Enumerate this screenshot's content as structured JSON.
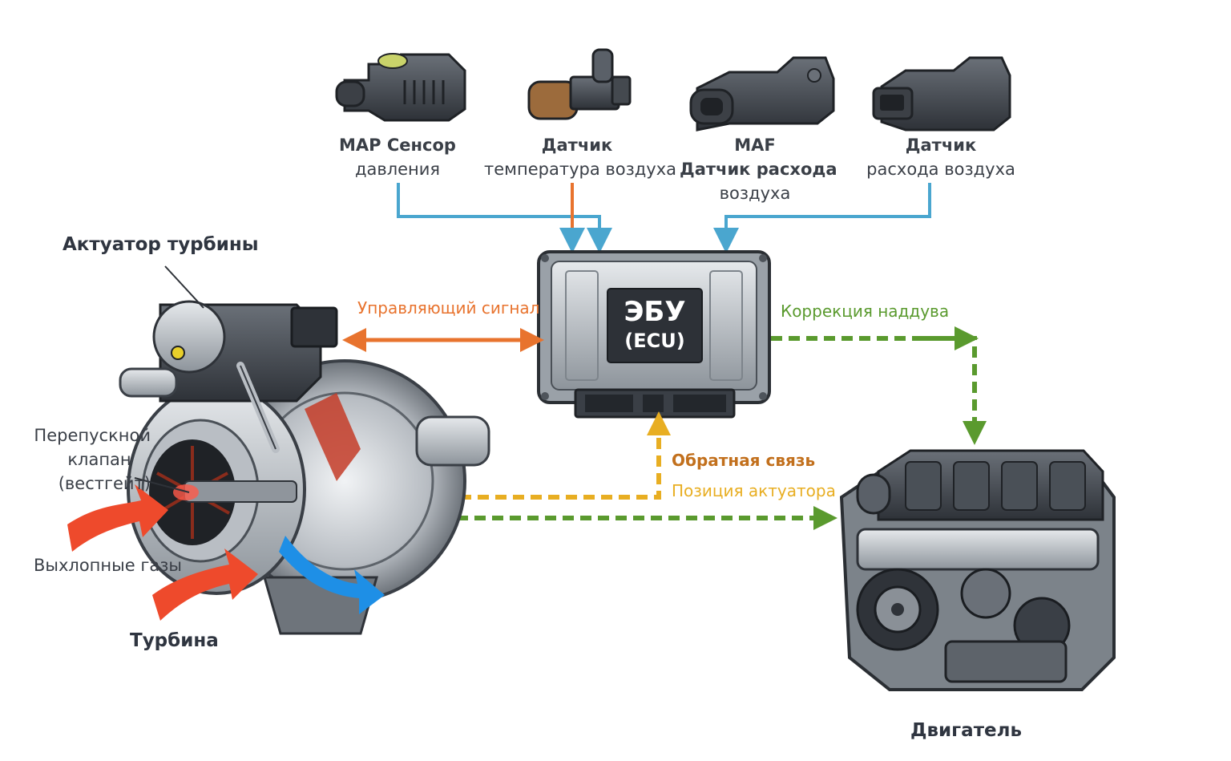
{
  "sensors": {
    "map": {
      "title": "MAP Сенсор",
      "subtitle": "давления"
    },
    "iat": {
      "title": "Датчик",
      "subtitle": "температура воздуха"
    },
    "maf": {
      "title": "MAF",
      "title2": "Датчик расхода",
      "subtitle": "воздуха"
    },
    "flow": {
      "title": "Датчик",
      "subtitle": "расхода воздуха"
    }
  },
  "ecu": {
    "title": "ЭБУ",
    "subtitle": "(ECU)"
  },
  "turbo": {
    "actuator_label": "Актуатор турбины",
    "wastegate_line1": "Перепускной",
    "wastegate_line2": "клапан",
    "wastegate_line3": "(вестгейт)",
    "exhaust_label": "Выхлопные газы",
    "turbine_label": "Турбина"
  },
  "engine": {
    "label": "Двигатель"
  },
  "signals": {
    "control": "Управляющий сигнал",
    "boost_correction": "Коррекция наддува",
    "feedback": "Обратная связь",
    "actuator_position": "Позиция актуатора"
  },
  "colors": {
    "blue": "#4aa6cf",
    "orange": "#e8732e",
    "green": "#5a9a2e",
    "yellow": "#e8ae22",
    "dark": "#3a3f47",
    "exhaust_red": "#ee4a2c",
    "intake_blue": "#1e8fe6"
  }
}
